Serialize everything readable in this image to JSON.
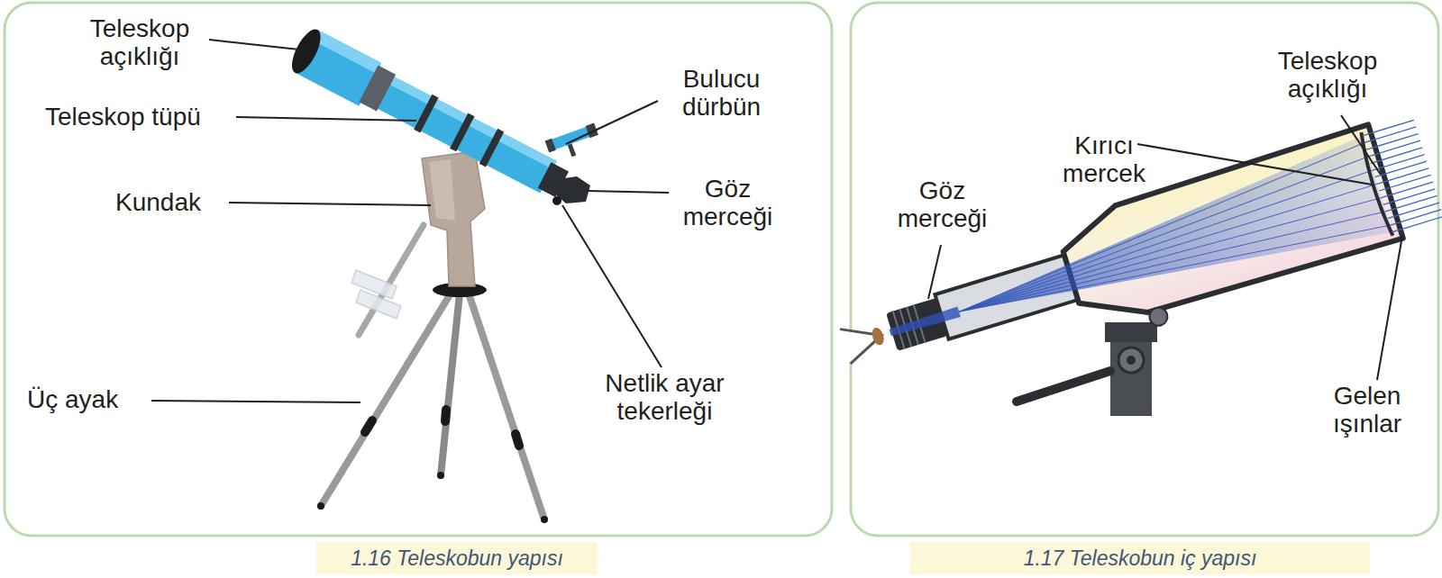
{
  "diagram": {
    "nodes": [
      {
        "text": [
          "1.16 Teleskobun yapısı"
        ]
      },
      {
        "text": [
          "1.17 Teleskobun iç yapısı"
        ]
      }
    ],
    "labels": [
      "Teleskop açıklığı",
      "Teleskop tüpü",
      "Kundak",
      "Üç ayak",
      "Bulucu dürbün",
      "Göz merceği",
      "Netlik ayar tekerleği",
      "Göz merceği",
      "Kırıcı mercek",
      "Teleskop açıklığı",
      "Gelen ışınlar"
    ]
  }
}
